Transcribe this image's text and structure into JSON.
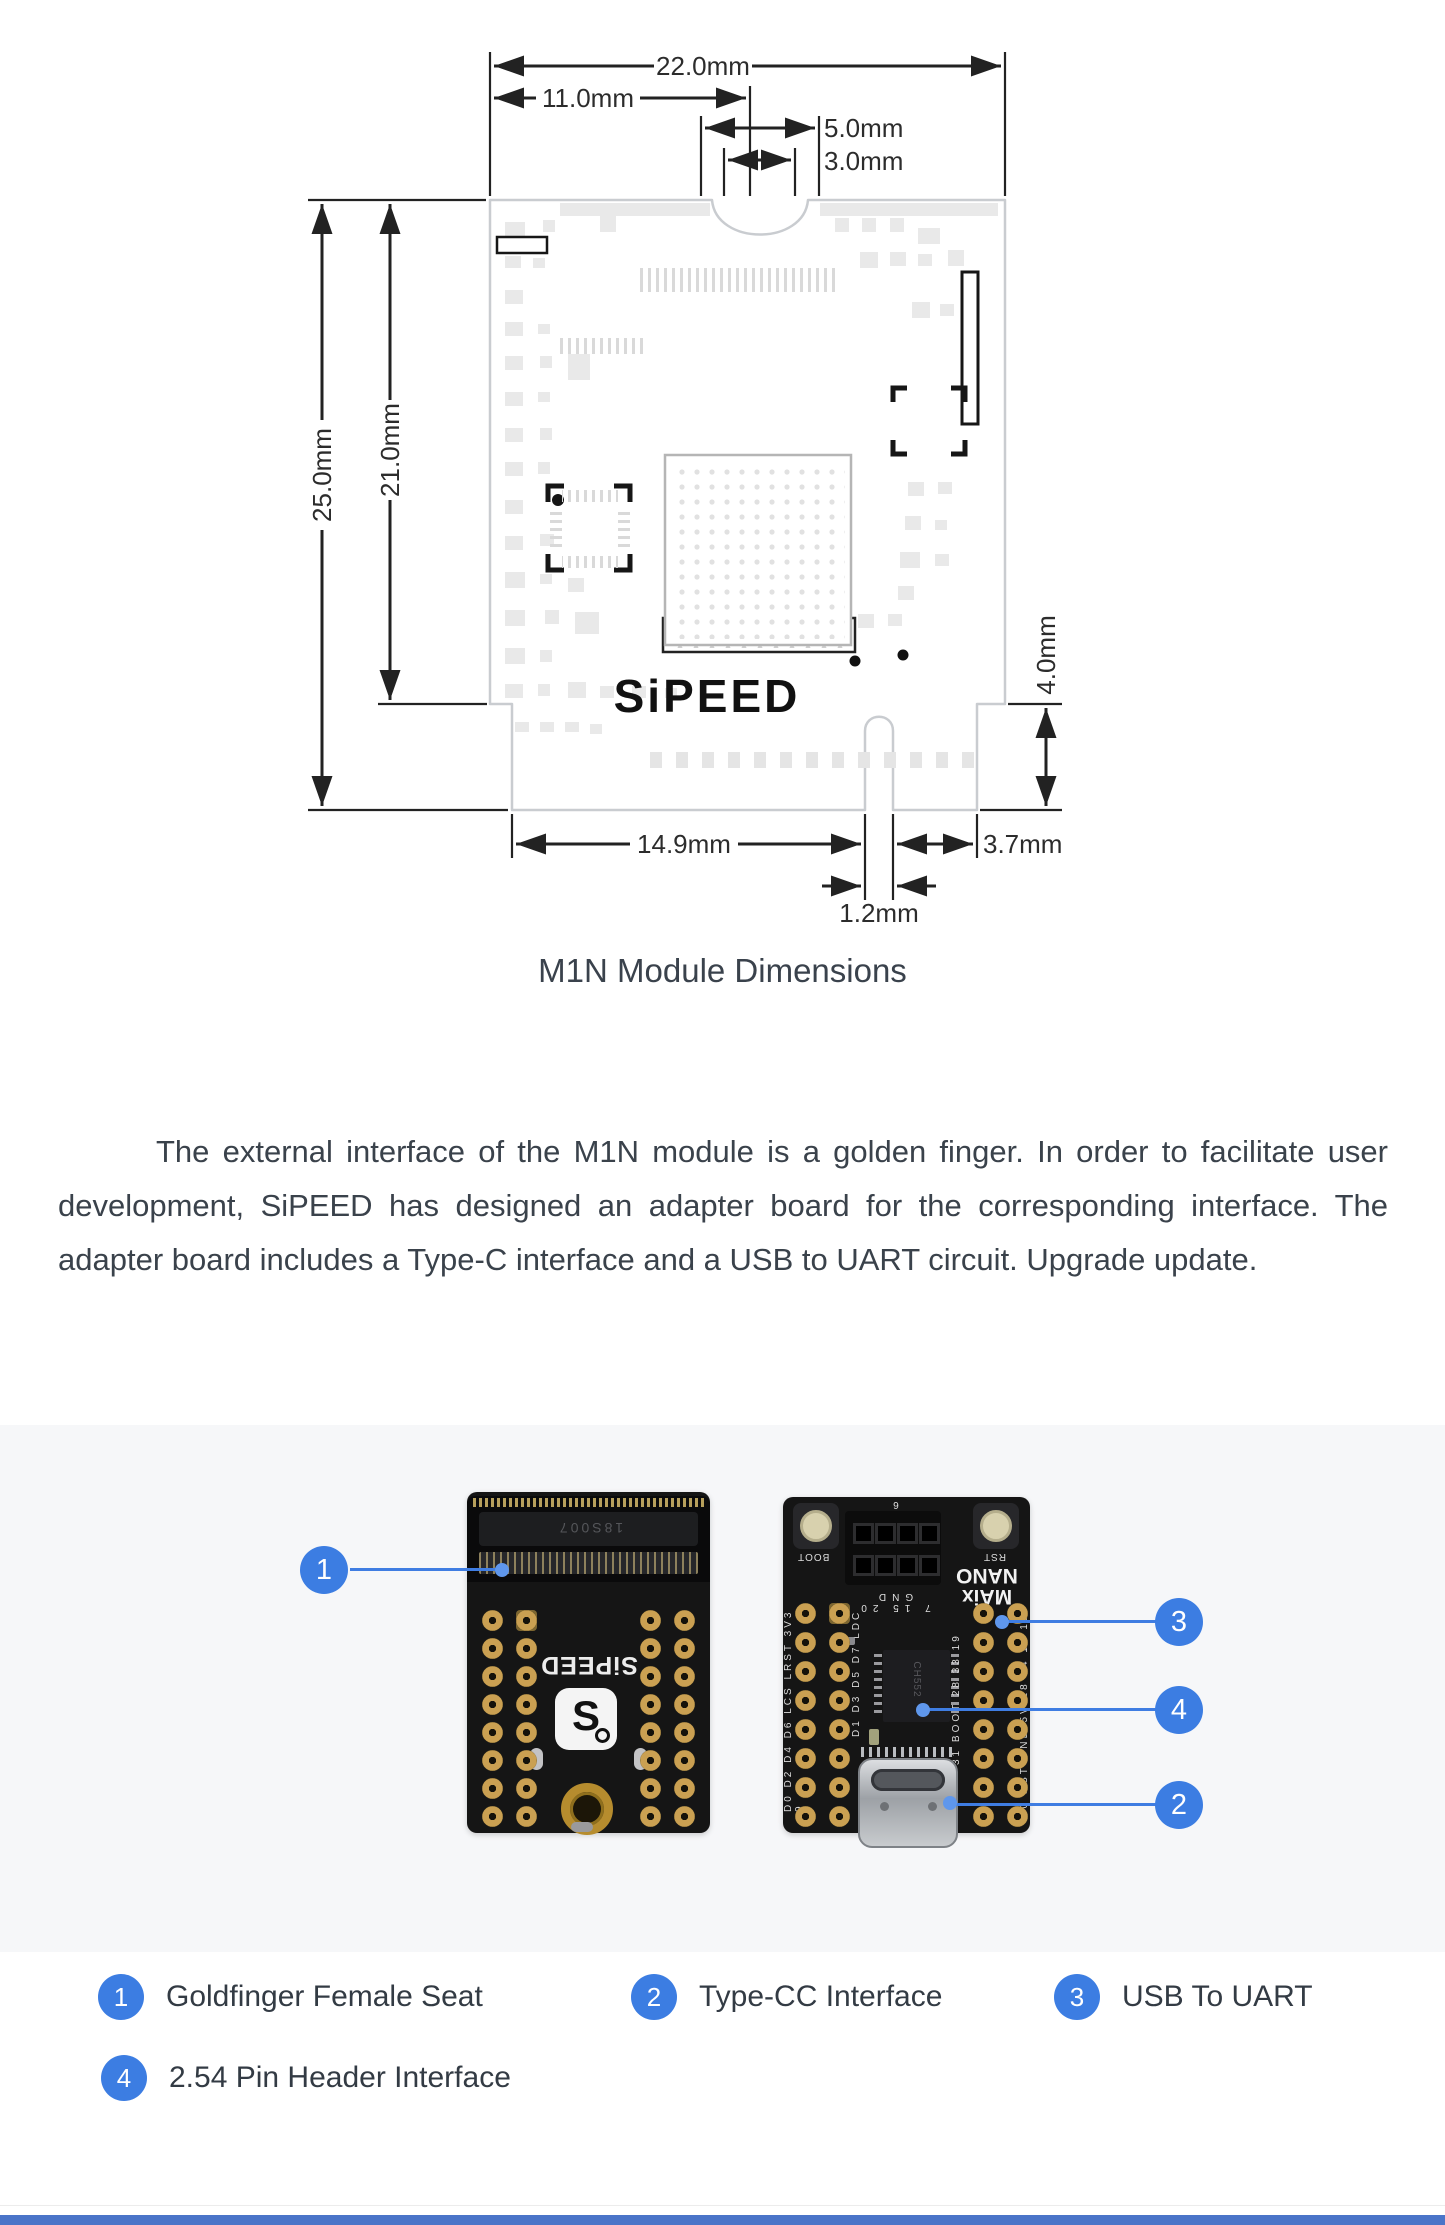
{
  "diagram": {
    "logo": "SiPEED",
    "caption": "M1N Module Dimensions",
    "dim_labels": {
      "w_outer": "22.0mm",
      "w_half": "11.0mm",
      "notch_w": "5.0mm",
      "notch_inner": "3.0mm",
      "h_outer": "25.0mm",
      "h_body": "21.0mm",
      "tab_h": "4.0mm",
      "bottom_left_w": "14.9mm",
      "bottom_right_w": "3.7mm",
      "slot_w": "1.2mm"
    }
  },
  "paragraph": {
    "text": "The external interface of the M1N module is a golden finger. In order to facilitate user development, SiPEED has designed an adapter board for the corresponding interface. The adapter board includes a Type-C interface and a USB to UART circuit. Upgrade update."
  },
  "photo": {
    "left_board": {
      "connector_marking": "18S007",
      "silk_logo": "SiPEED",
      "logo_letter": "S"
    },
    "right_board": {
      "silk_name_1": "MAix",
      "silk_name_2": "NANO",
      "boot_label": "BOOT",
      "rst_label": "RST",
      "chip_marking": "CH552",
      "top_row_pins": "3V3 21 8 6",
      "mid_row_pins": "7 15 20 GND",
      "left_col_pins": "D0 D2 D4 D6 LCS LRST 3V3 9",
      "inner_left_pins": "D1 D3 D5 D7 LDC",
      "inner_right_pins": "31 BOOT 28 33 19",
      "right_col_pins": "30 RST GND 5V 18 34 17 13"
    },
    "callouts": [
      {
        "num": "1"
      },
      {
        "num": "2"
      },
      {
        "num": "3"
      },
      {
        "num": "4"
      }
    ]
  },
  "legend": {
    "items": [
      {
        "num": "1",
        "label": "Goldfinger Female Seat"
      },
      {
        "num": "2",
        "label": "Type-CC Interface"
      },
      {
        "num": "3",
        "label": "USB To UART"
      },
      {
        "num": "4",
        "label": "2.54 Pin Header Interface"
      }
    ]
  },
  "colors": {
    "accent_blue": "#3c7de2",
    "footer_blue": "#4a74c8"
  }
}
